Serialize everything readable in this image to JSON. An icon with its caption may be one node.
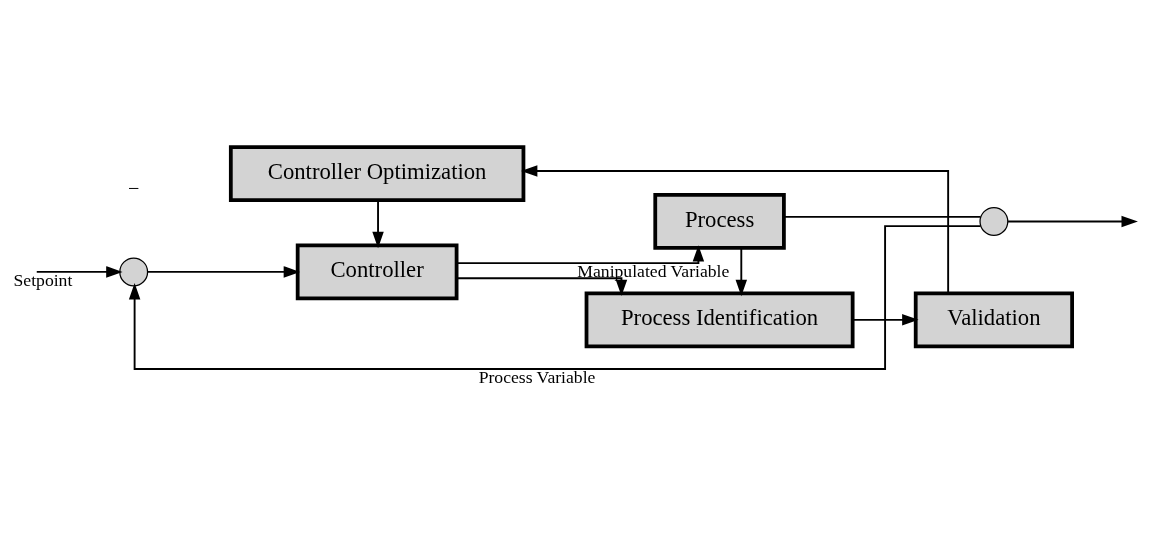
{
  "diagram": {
    "nodes": [
      {
        "text": [
          "Validation"
        ]
      },
      {
        "text": [
          "Controller Optimization"
        ]
      },
      {
        "text": [
          "Process Identification"
        ]
      },
      {
        "text": [
          "Controller"
        ]
      },
      {
        "text": [
          "Process"
        ]
      },
      {
        "text": [],
        "shape": "circle"
      },
      {
        "text": [],
        "shape": "circle"
      }
    ],
    "edges": [
      {
        "from": null,
        "to": 5,
        "arrow": "to",
        "label": "Setpoint"
      },
      {
        "from": 5,
        "to": 3,
        "arrow": "to"
      },
      {
        "from": 3,
        "to": 4,
        "arrow": "to",
        "label": "Manipulated Variable"
      },
      {
        "from": 3,
        "to": 2,
        "arrow": "to"
      },
      {
        "from": 4,
        "to": 6,
        "arrow": "none"
      },
      {
        "from": 4,
        "to": 2,
        "arrow": "to"
      },
      {
        "from": 6,
        "to": null,
        "arrow": "to"
      },
      {
        "from": 6,
        "to": 5,
        "arrow": "to",
        "label": "Process Variable"
      },
      {
        "from": 2,
        "to": 0,
        "arrow": "to"
      },
      {
        "from": 0,
        "to": 1,
        "arrow": "to"
      },
      {
        "from": 1,
        "to": 3,
        "arrow": "to"
      }
    ],
    "labels": [
      "−"
    ]
  }
}
